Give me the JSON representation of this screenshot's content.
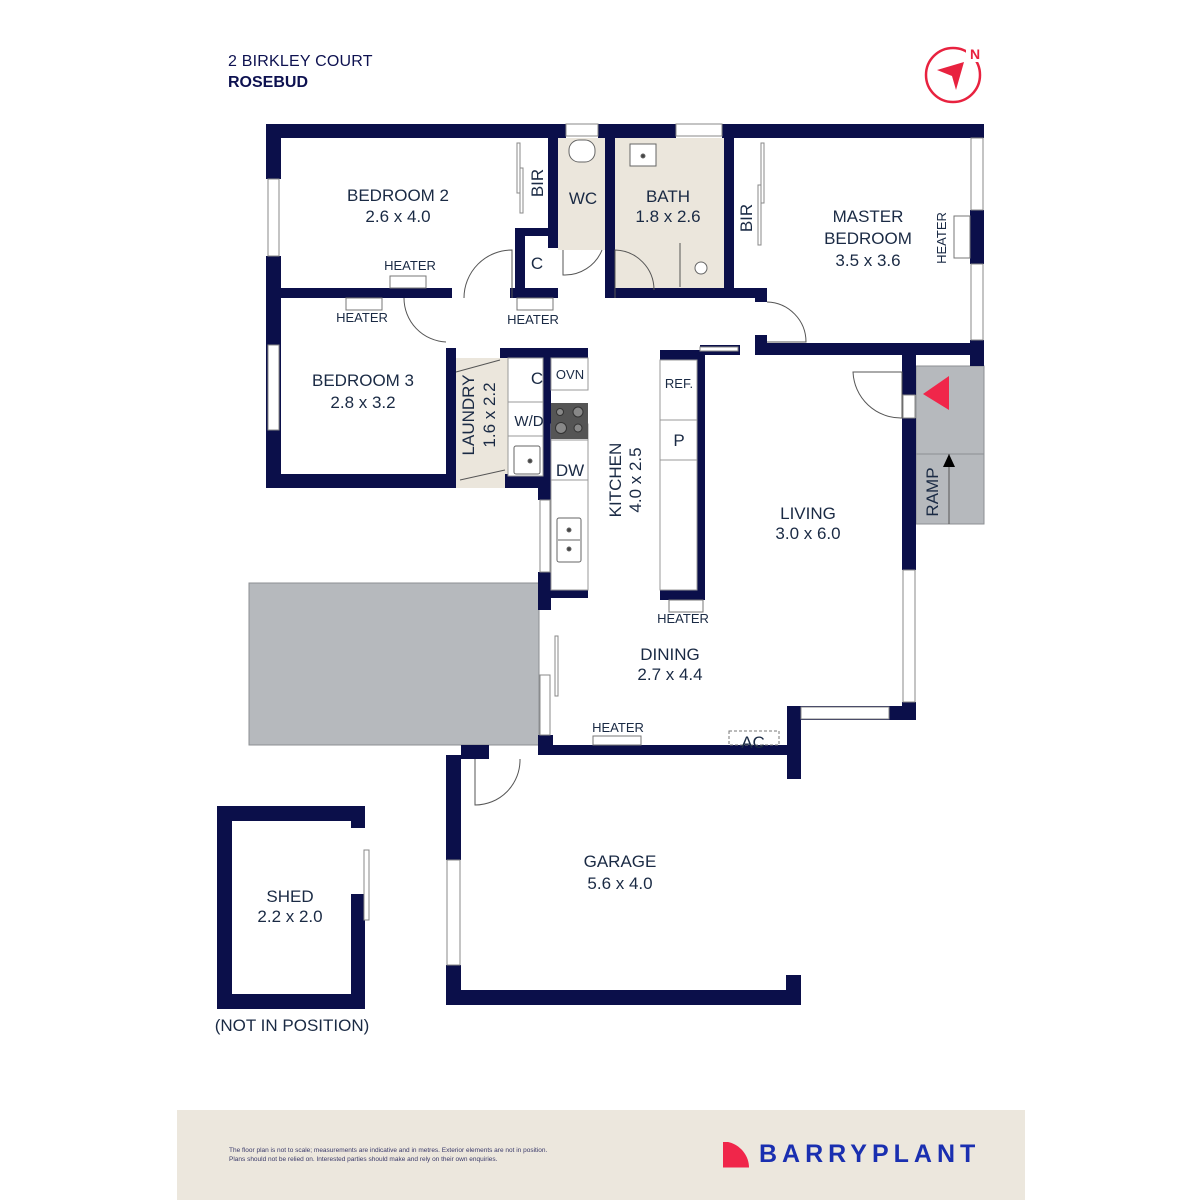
{
  "header": {
    "street": "2 BIRKLEY COURT",
    "suburb": "ROSEBUD"
  },
  "compass": {
    "icon": "north-compass-icon",
    "north_label": "N",
    "color": "#e8223f"
  },
  "colors": {
    "wall": "#0b0f4a",
    "wet_area": "#ebe6dc",
    "exterior": "#b6b9bd",
    "label": "#1a2a44",
    "entry_arrow": "#f0264a",
    "footer_bg": "#ece7dd",
    "brand_blue": "#1a2fb0",
    "brand_red": "#f0264a"
  },
  "rooms": {
    "bedroom2": {
      "name": "BEDROOM 2",
      "size": "2.6 x 4.0"
    },
    "bedroom3": {
      "name": "BEDROOM 3",
      "size": "2.8 x 3.2"
    },
    "master": {
      "name_line1": "MASTER",
      "name_line2": "BEDROOM",
      "size": "3.5 x 3.6"
    },
    "wc": {
      "name": "WC"
    },
    "bath": {
      "name": "BATH",
      "size": "1.8 x 2.6"
    },
    "laundry": {
      "name": "LAUNDRY",
      "size": "1.6 x 2.2"
    },
    "kitchen": {
      "name": "KITCHEN",
      "size": "4.0 x 2.5"
    },
    "living": {
      "name": "LIVING",
      "size": "3.0 x 6.0"
    },
    "dining": {
      "name": "DINING",
      "size": "2.7 x 4.4"
    },
    "garage": {
      "name": "GARAGE",
      "size": "5.6 x 4.0"
    },
    "shed": {
      "name": "SHED",
      "size": "2.2 x 2.0",
      "note": "(NOT IN POSITION)"
    }
  },
  "fixtures": {
    "bir": "BIR",
    "cupboard": "C",
    "heater": "HEATER",
    "oven": "OVN",
    "washer_dryer": "W/D",
    "dishwasher": "DW",
    "fridge": "REF.",
    "pantry": "P",
    "ac": "AC",
    "ramp": "RAMP"
  },
  "footer": {
    "disclaimer_line1": "The floor plan is not to scale; measurements are indicative and in metres. Exterior elements are not in position.",
    "disclaimer_line2": "Plans should not be relied on. Interested parties should make and rely on their own enquiries.",
    "brand": "BARRYPLANT"
  }
}
